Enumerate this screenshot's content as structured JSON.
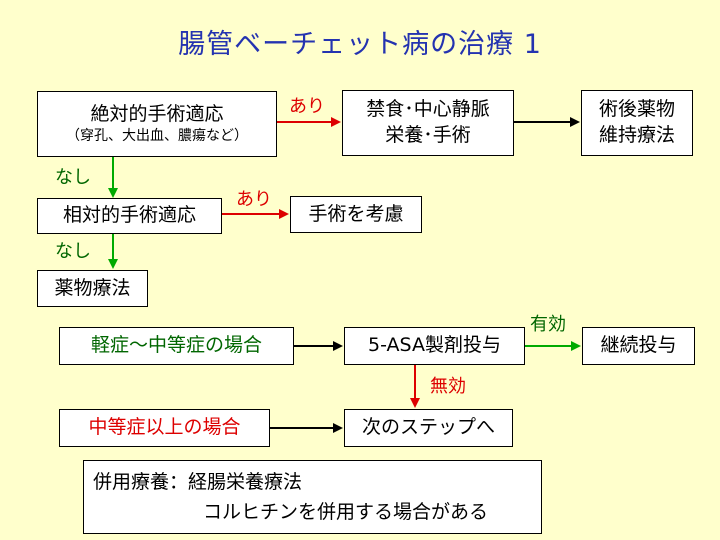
{
  "title": "腸管ベーチェット病の治療 1",
  "nodes": {
    "absolute_surgery": {
      "line1": "絶対的手術適応",
      "line2": "（穿孔、大出血、膿瘍など）"
    },
    "fasting": {
      "line1": "禁食･中心静脈",
      "line2": "栄養･手術"
    },
    "postop": {
      "line1": "術後薬物",
      "line2": "維持療法"
    },
    "relative_surgery": "相対的手術適応",
    "consider_surgery": "手術を考慮",
    "drug_therapy": "薬物療法",
    "mild_moderate": "軽症～中等症の場合",
    "asa": "5-ASA製剤投与",
    "continue": "継続投与",
    "moderate_plus": "中等症以上の場合",
    "next_step": "次のステップへ"
  },
  "edge_labels": {
    "yes1": "あり",
    "yes2": "あり",
    "no1": "なし",
    "no2": "なし",
    "effective": "有効",
    "ineffective": "無効"
  },
  "note": {
    "line1": "併用療養：経腸栄養療法",
    "line2": "コルヒチンを併用する場合がある"
  },
  "colors": {
    "title": "#2433b0",
    "red": "#dd0000",
    "green": "#006600",
    "background": "#ffffcc"
  }
}
